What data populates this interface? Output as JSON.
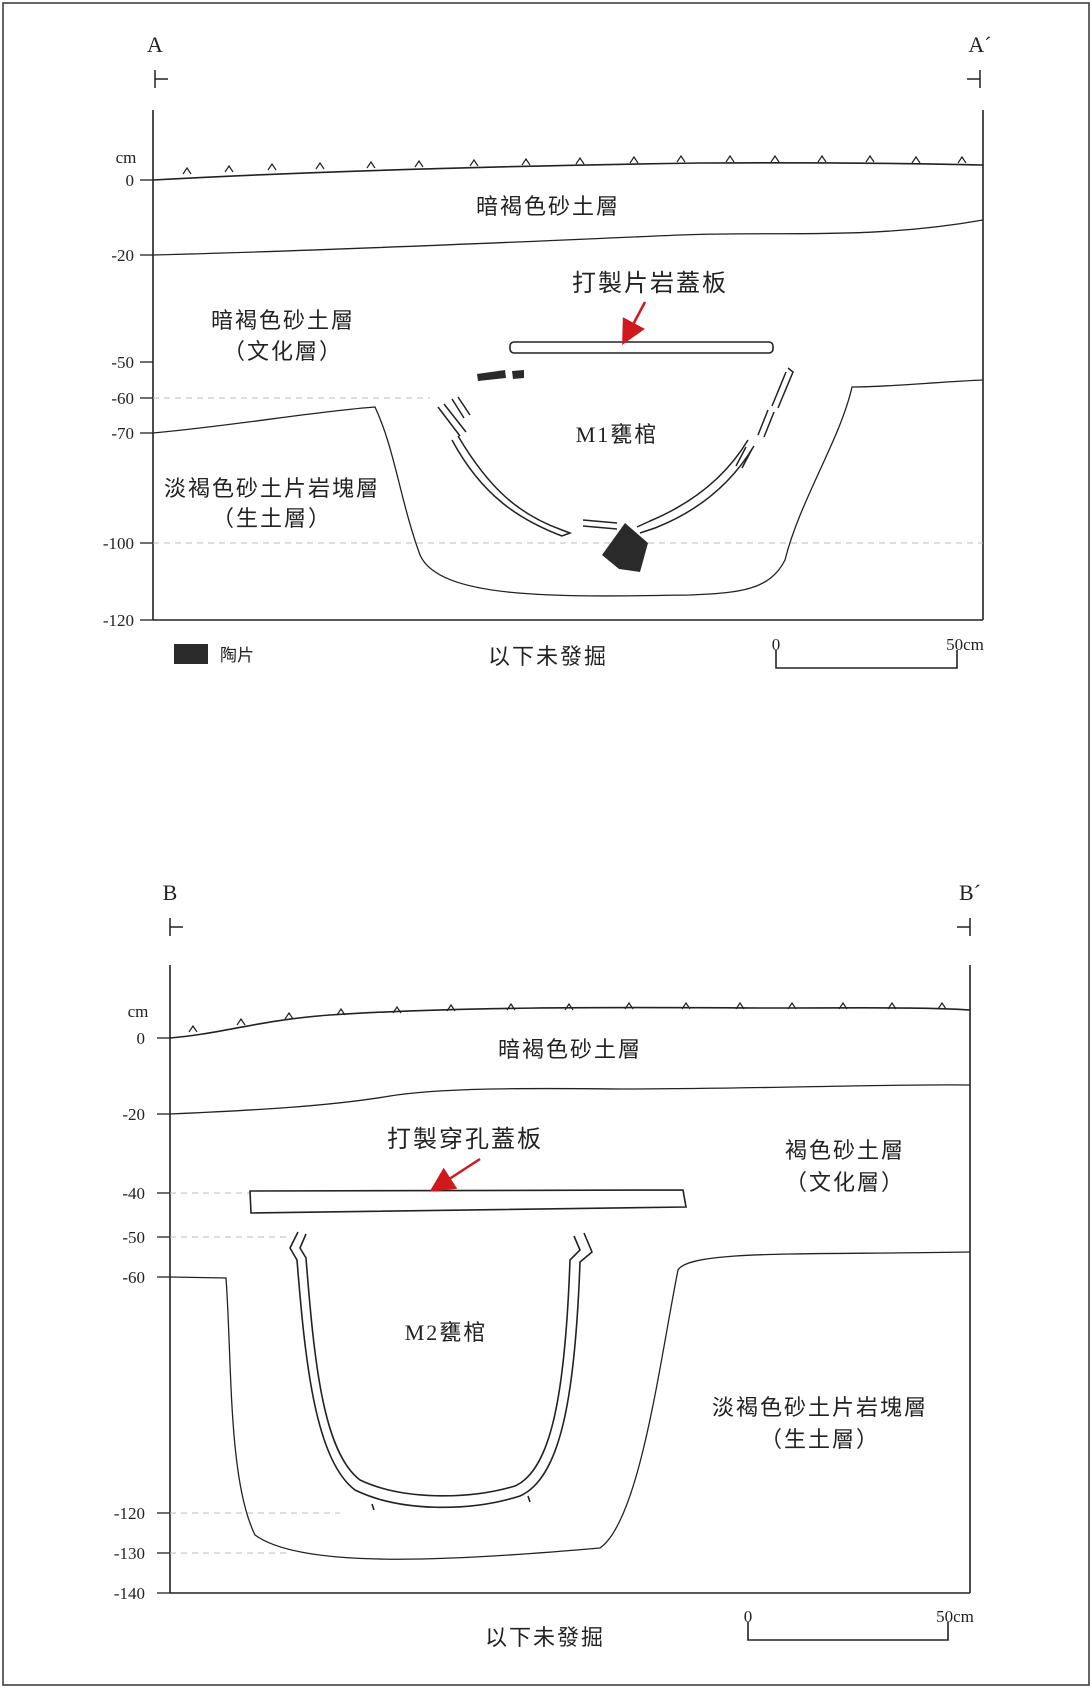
{
  "section_a": {
    "start": "A",
    "end": "A´",
    "unit": "cm",
    "depth_ticks": [
      "0",
      "-20",
      "-50",
      "-60",
      "-70",
      "-100",
      "-120"
    ],
    "layer_top": "暗褐色砂土層",
    "layer_culture_line1": "暗褐色砂土層",
    "layer_culture_line2": "（文化層）",
    "layer_native_line1": "淡褐色砂土片岩塊層",
    "layer_native_line2": "（生土層）",
    "cover_label": "打製片岩蓋板",
    "jar_label": "M1甕棺",
    "legend_label": "陶片",
    "bottom_note": "以下未發掘",
    "scale_start": "0",
    "scale_end": "50cm"
  },
  "section_b": {
    "start": "B",
    "end": "B´",
    "unit": "cm",
    "depth_ticks": [
      "0",
      "-20",
      "-40",
      "-50",
      "-60",
      "-120",
      "-130",
      "-140"
    ],
    "layer_top": "暗褐色砂土層",
    "layer_culture_line1": "褐色砂土層",
    "layer_culture_line2": "（文化層）",
    "layer_native_line1": "淡褐色砂土片岩塊層",
    "layer_native_line2": "（生土層）",
    "cover_label": "打製穿孔蓋板",
    "jar_label": "M2甕棺",
    "bottom_note": "以下未發掘",
    "scale_start": "0",
    "scale_end": "50cm"
  },
  "colors": {
    "line": "#222222",
    "arrow": "#d0191c",
    "sherd": "#2a2a2a",
    "guide": "#bbbbbb"
  }
}
